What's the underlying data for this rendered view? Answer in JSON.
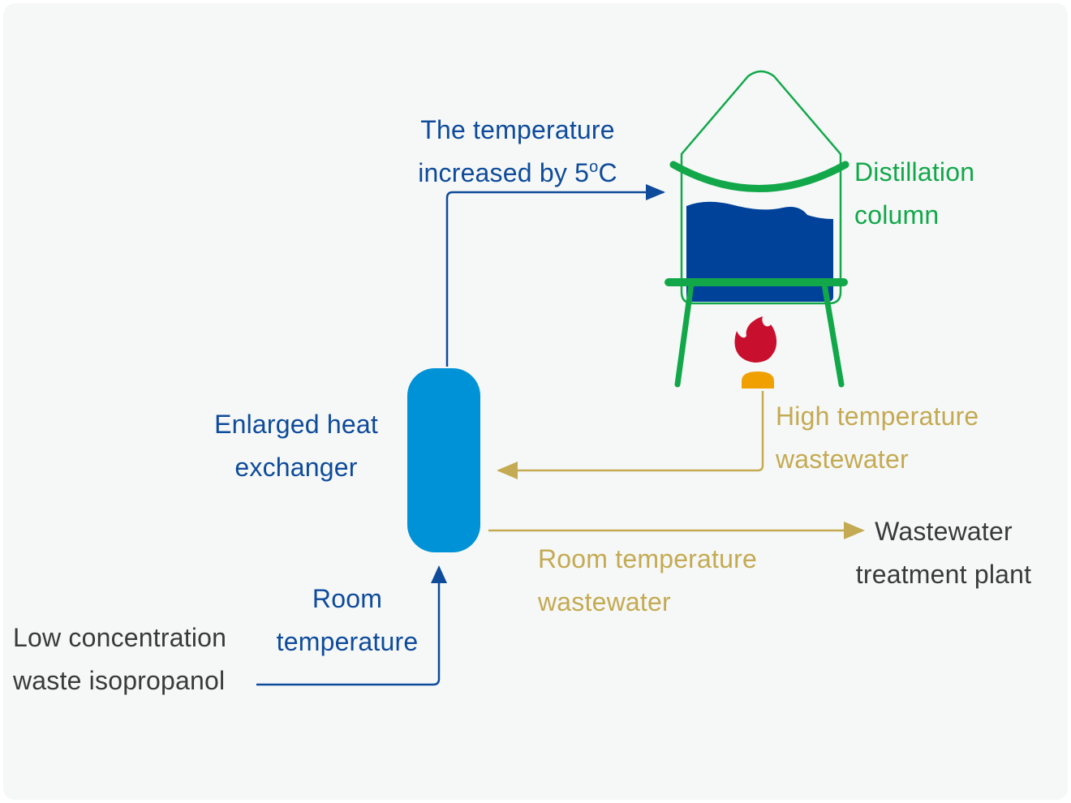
{
  "labels": {
    "temp_increase": {
      "line1": "The temperature",
      "line2_prefix": "increased by 5",
      "line2_degree": "o",
      "line2_suffix": "C"
    },
    "distillation_column": {
      "line1": "Distillation",
      "line2": "column"
    },
    "heat_exchanger": {
      "line1": "Enlarged heat",
      "line2": "exchanger"
    },
    "high_temp_wastewater": {
      "line1": "High temperature",
      "line2": "wastewater"
    },
    "room_temp_wastewater": {
      "line1": "Room temperature",
      "line2": "wastewater"
    },
    "wastewater_plant": {
      "line1": "Wastewater",
      "line2": "treatment plant"
    },
    "room_temperature": {
      "line1": "Room",
      "line2": "temperature"
    },
    "input_isopropanol": {
      "line1": "Low concentration",
      "line2": "waste isopropanol"
    }
  },
  "colors": {
    "process_blue": "#0e4b9a",
    "exchanger_blue": "#0092d6",
    "liquid_blue": "#00419a",
    "column_green": "#12a84a",
    "wastewater_gold": "#c4aa52",
    "flame_red": "#c8102e",
    "burner_orange": "#f0a000",
    "text_dark": "#3a3a3a",
    "background": "#f6f8f8"
  },
  "icons": {
    "flame": "flame-icon",
    "burner": "burner-icon"
  }
}
